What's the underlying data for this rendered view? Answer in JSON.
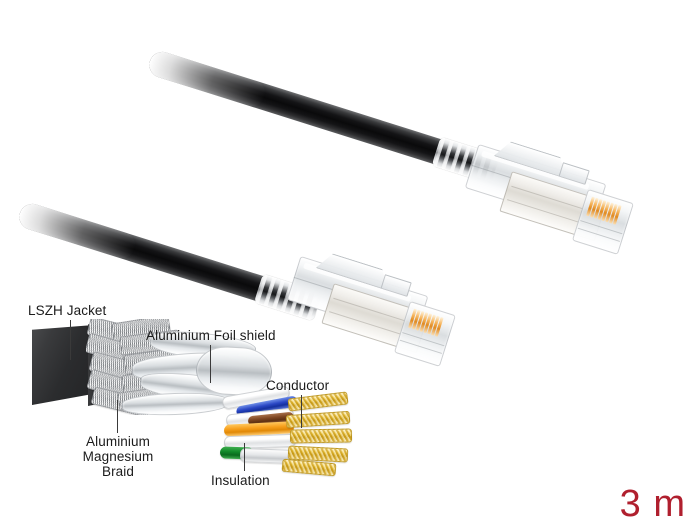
{
  "product": {
    "type": "network-patch-cable",
    "description": "Cat.6A S/FTP RJ45 network cable with transparent shielded connectors and cut-away construction diagram",
    "background_color": "#ffffff"
  },
  "length_badge": {
    "text": "3 m",
    "color": "#b01f2e"
  },
  "callouts": [
    {
      "id": "lszh-jacket",
      "label": "LSZH Jacket",
      "lines": [
        "LSZH Jacket"
      ]
    },
    {
      "id": "aluminium-foil",
      "label": "Aluminium Foil shield",
      "lines": [
        "Aluminium Foil shield"
      ]
    },
    {
      "id": "conductor",
      "label": "Conductor",
      "lines": [
        "Conductor"
      ]
    },
    {
      "id": "aluminium-braid",
      "label": "Aluminium Magnesium Braid",
      "lines": [
        "Aluminium",
        "Magnesium",
        "Braid"
      ]
    },
    {
      "id": "insulation",
      "label": "Insulation",
      "lines": [
        "Insulation"
      ]
    }
  ],
  "callout_text": {
    "lszh_jacket": "LSZH Jacket",
    "aluminium_foil_shield": "Aluminium Foil shield",
    "conductor": "Conductor",
    "braid_line1": "Aluminium",
    "braid_line2": "Magnesium",
    "braid_line3": "Braid",
    "insulation": "Insulation"
  },
  "colors": {
    "jacket": "#0a0a0b",
    "lszh_cutaway": "#2b2c2e",
    "shield_metal": "#eeece7",
    "connector_plastic": "#f4f6f7",
    "contact_gold": "#e08a22",
    "conductor_gold": "#caa01a",
    "wire_blue": "#15309e",
    "wire_brown": "#7d4520",
    "wire_orange": "#e08806",
    "wire_green": "#0a6b1e",
    "wire_white": "#ffffff",
    "label_text": "#1b1b1b",
    "length_text": "#b01f2e"
  },
  "connectors": [
    {
      "id": "connector-upper-right",
      "kind": "rj45-plug-shielded",
      "pin_count": 8
    },
    {
      "id": "connector-lower-left",
      "kind": "rj45-plug-shielded",
      "pin_count": 8
    }
  ],
  "cutaway_layers": [
    "LSZH Jacket",
    "Aluminium Magnesium Braid",
    "Aluminium Foil shield",
    "Insulation",
    "Conductor"
  ]
}
